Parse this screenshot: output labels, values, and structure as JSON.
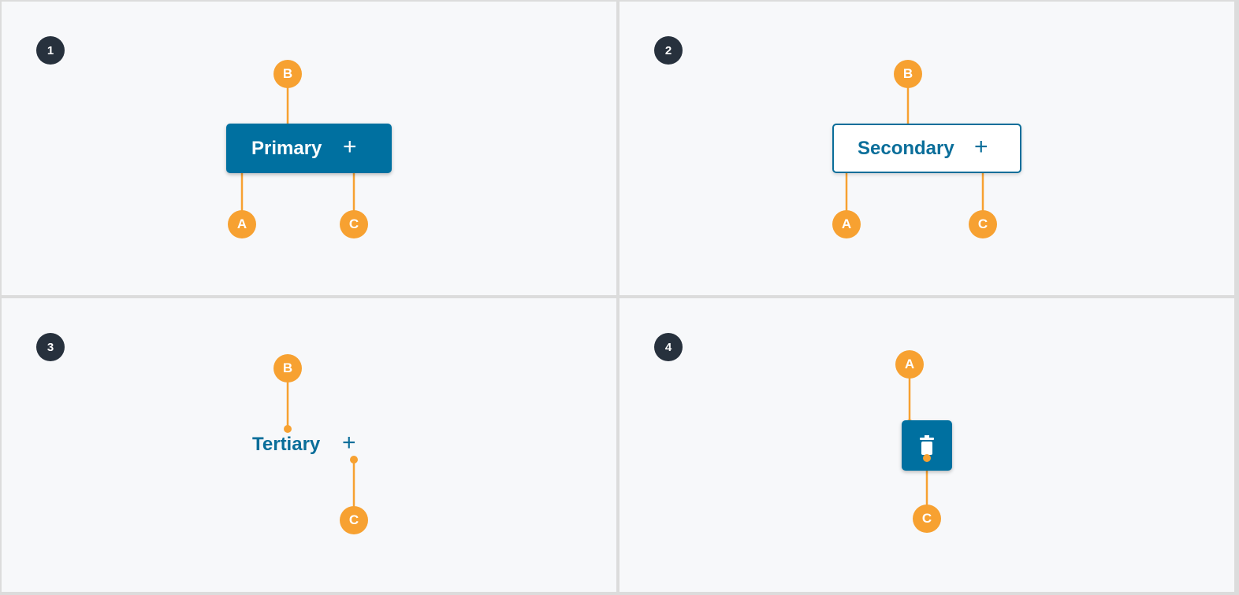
{
  "colors": {
    "primary": "#0070a0",
    "callout": "#f7a131",
    "step_badge": "#27313d",
    "panel_bg": "#f7f8fa"
  },
  "panels": [
    {
      "step": "1",
      "button": {
        "label": "Primary",
        "icon": "plus-icon",
        "icon_glyph": "+"
      },
      "callouts": [
        "B",
        "A",
        "C"
      ]
    },
    {
      "step": "2",
      "button": {
        "label": "Secondary",
        "icon": "plus-icon",
        "icon_glyph": "+"
      },
      "callouts": [
        "B",
        "A",
        "C"
      ]
    },
    {
      "step": "3",
      "button": {
        "label": "Tertiary",
        "icon": "plus-icon",
        "icon_glyph": "+"
      },
      "callouts": [
        "B",
        "C"
      ]
    },
    {
      "step": "4",
      "button": {
        "label": "",
        "icon": "trash-icon"
      },
      "callouts": [
        "A",
        "C"
      ]
    }
  ]
}
